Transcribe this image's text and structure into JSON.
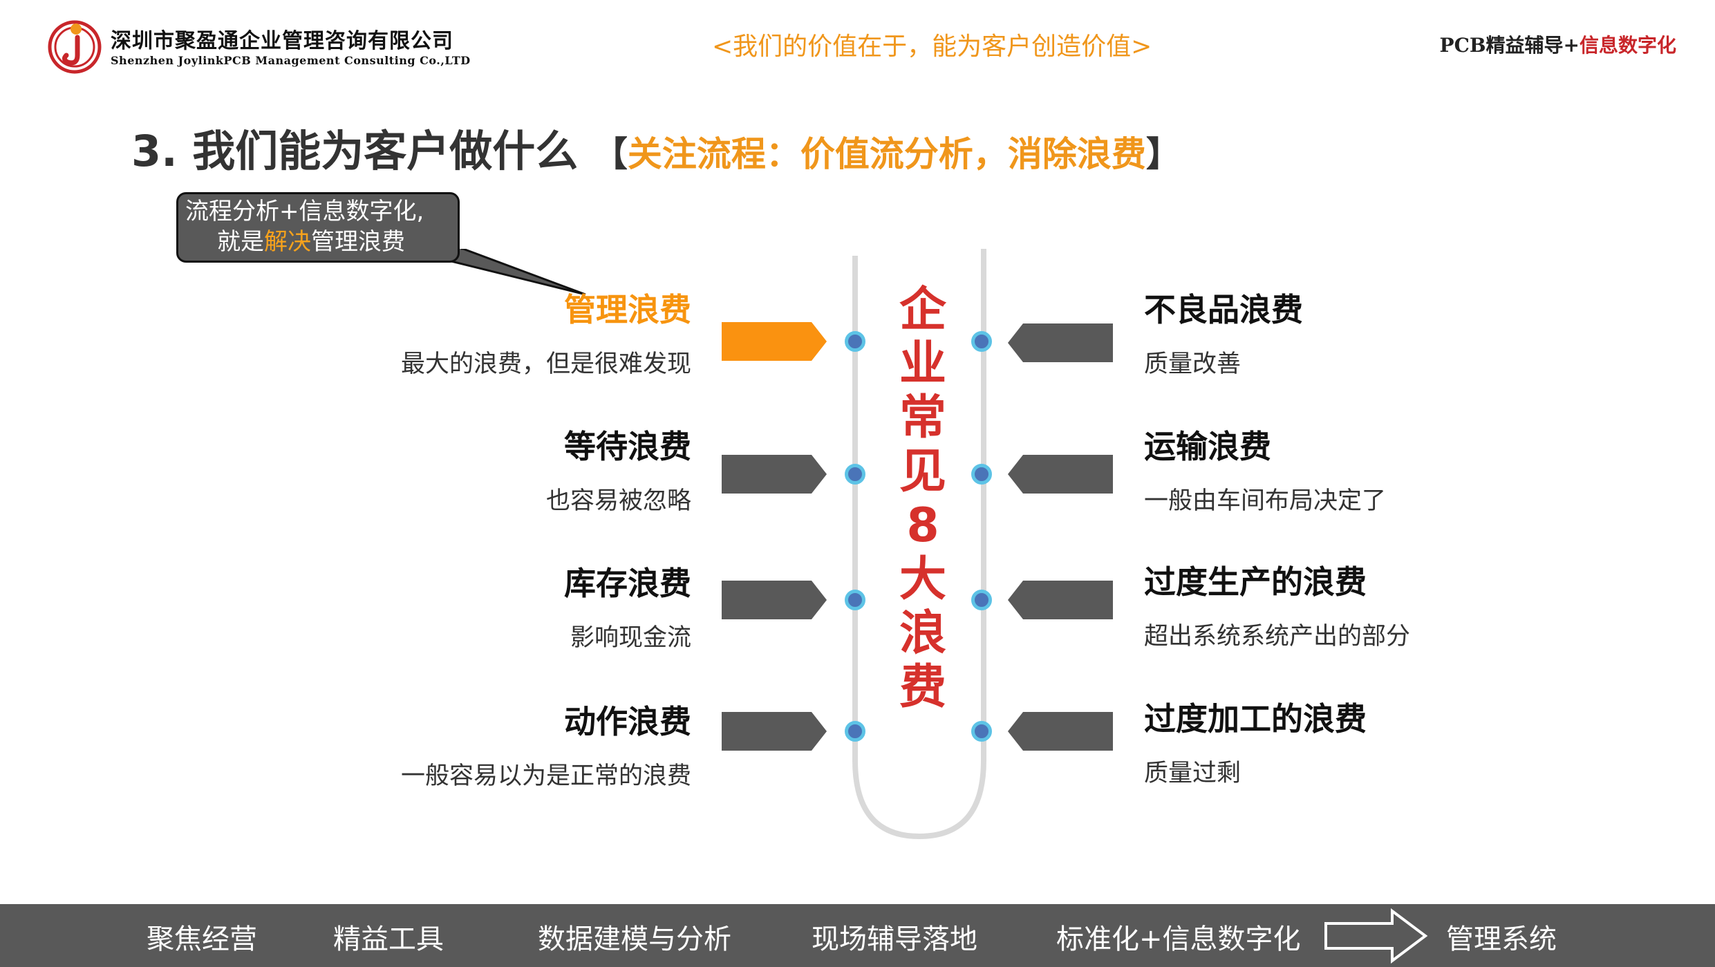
{
  "header": {
    "company_cn": "深圳市聚盈通企业管理咨询有限公司",
    "company_en": "Shenzhen JoylinkPCB  Management  Consulting  Co.,LTD",
    "slogan": "<我们的价值在于，能为客户创造价值>",
    "brand_prefix": "PCB精益辅导+",
    "brand_suffix": "信息数字化",
    "colors": {
      "accent": "#f0961b",
      "brand_red": "#c8262a"
    }
  },
  "title": {
    "main": "3. 我们能为客户做什么",
    "bracket_open": "【",
    "sub": "关注流程：价值流分析，消除浪费",
    "bracket_close": "】"
  },
  "callout": {
    "line1": "流程分析+信息数字化,",
    "line2_pre": "就是",
    "line2_highlight": "解决",
    "line2_post": "管理浪费"
  },
  "center_label": [
    "企",
    "业",
    "常",
    "见",
    "8",
    "大",
    "浪",
    "费"
  ],
  "left_items": [
    {
      "title": "管理浪费",
      "desc": "最大的浪费，但是很难发现",
      "highlight": true
    },
    {
      "title": "等待浪费",
      "desc": "也容易被忽略"
    },
    {
      "title": "库存浪费",
      "desc": "影响现金流"
    },
    {
      "title": "动作浪费",
      "desc": "一般容易以为是正常的浪费"
    }
  ],
  "right_items": [
    {
      "title": "不良品浪费",
      "desc": "质量改善"
    },
    {
      "title": "运输浪费",
      "desc": "一般由车间布局决定了"
    },
    {
      "title": "过度生产的浪费",
      "desc": "超出系统系统产出的部分"
    },
    {
      "title": "过度加工的浪费",
      "desc": "质量过剩"
    }
  ],
  "footer": {
    "items": [
      "聚焦经营",
      "精益工具",
      "数据建模与分析",
      "现场辅导落地",
      "标准化+信息数字化"
    ],
    "result": "管理系统"
  }
}
